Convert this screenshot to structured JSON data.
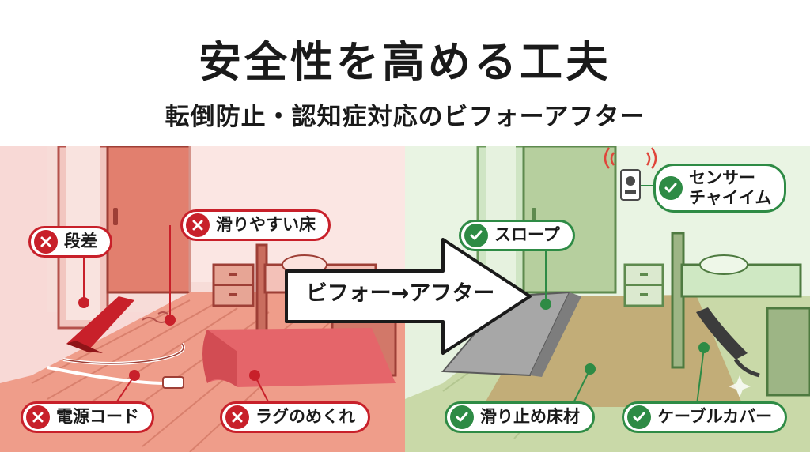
{
  "header": {
    "title": "安全性を高める工夫",
    "subtitle": "転倒防止・認知症対応のビフォーアフター"
  },
  "arrow": {
    "label": "ビフォー→アフター"
  },
  "colors": {
    "bad": "#c8202a",
    "good": "#2e8b45",
    "before_bg": "#f7d6d2",
    "after_bg": "#e4f1dd"
  },
  "before": {
    "callouts": [
      {
        "label": "段差",
        "icon": "cross-icon"
      },
      {
        "label": "滑りやすい床",
        "icon": "cross-icon"
      },
      {
        "label": "電源コード",
        "icon": "cross-icon"
      },
      {
        "label": "ラグのめくれ",
        "icon": "cross-icon"
      }
    ]
  },
  "after": {
    "callouts": [
      {
        "label": "スロープ",
        "icon": "check-icon"
      },
      {
        "label": "センサー\nチャイイム",
        "icon": "check-icon"
      },
      {
        "label": "滑り止め床材",
        "icon": "check-icon"
      },
      {
        "label": "ケーブルカバー",
        "icon": "check-icon"
      }
    ]
  }
}
